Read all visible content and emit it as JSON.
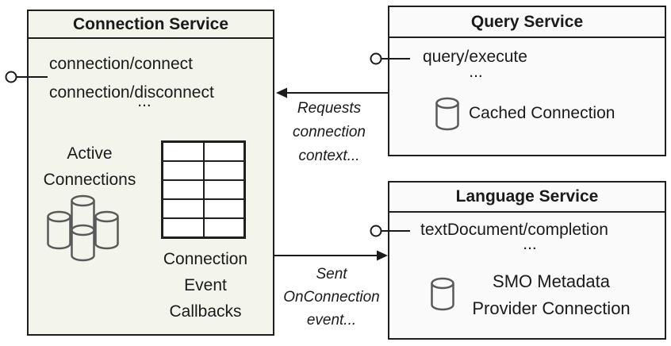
{
  "colors": {
    "connection_box_fill": "#f3f5ec",
    "service_box_fill": "#fafafa",
    "border": "#1f1f1f",
    "icon_stroke": "#595959",
    "text": "#1a1a1a"
  },
  "connection_service": {
    "title": "Connection Service",
    "methods": [
      "connection/connect",
      "connection/disconnect"
    ],
    "ellipsis": "...",
    "active_connections_lines": [
      "Active",
      "Connections"
    ],
    "callbacks_lines": [
      "Connection",
      "Event",
      "Callbacks"
    ],
    "callback_table": {
      "rows": 5,
      "cols": 2
    }
  },
  "query_service": {
    "title": "Query Service",
    "methods": [
      "query/execute"
    ],
    "ellipsis": "...",
    "cached_connection_label": "Cached Connection"
  },
  "language_service": {
    "title": "Language Service",
    "methods": [
      "textDocument/completion"
    ],
    "ellipsis": "...",
    "smo_lines": [
      "SMO Metadata",
      "Provider Connection"
    ]
  },
  "arrows": {
    "requests": {
      "from": "Query Service",
      "to": "Connection Service",
      "lines": [
        "Requests",
        "connection",
        "context..."
      ]
    },
    "sent": {
      "from": "Connection Service",
      "to": "Language Service",
      "lines": [
        "Sent",
        "OnConnection",
        "event..."
      ]
    }
  },
  "icons": {
    "connection_interface": "lollipop-interface-icon",
    "query_interface": "lollipop-interface-icon",
    "language_interface": "lollipop-interface-icon",
    "active_connections": "database-cluster-icon",
    "cached_connection": "database-icon",
    "smo_connection": "database-icon"
  }
}
